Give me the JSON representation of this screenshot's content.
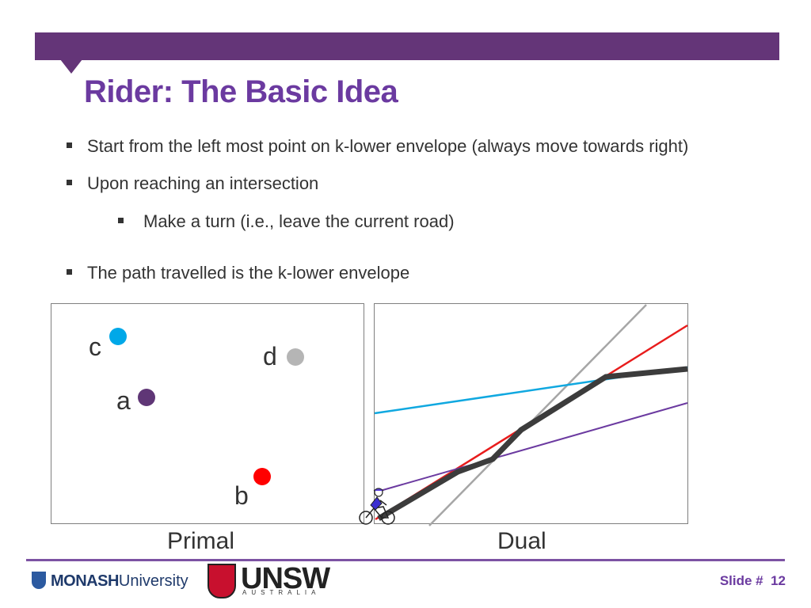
{
  "slide": {
    "title": "Rider: The Basic Idea",
    "bullets": [
      "Start from the left most point on k-lower envelope (always move towards right)",
      "Upon reaching an intersection",
      "Make a turn (i.e., leave the current road)",
      "The path travelled is the k-lower envelope"
    ],
    "primal": {
      "caption": "Primal",
      "points": [
        {
          "label": "c",
          "color": "#00a8e8"
        },
        {
          "label": "d",
          "color": "#b5b5b5"
        },
        {
          "label": "a",
          "color": "#5f3676"
        },
        {
          "label": "b",
          "color": "#ff0000"
        }
      ]
    },
    "dual": {
      "caption": "Dual",
      "line_colors": {
        "gray": "#a6a6a6",
        "red": "#e81c1c",
        "cyan": "#10a8e0",
        "purple": "#6b3aa0",
        "envelope": "#3c3c3c"
      },
      "rider_icon": "bicycle-rider-icon"
    },
    "footer": {
      "monash_brand": "MONASH",
      "monash_sub": "University",
      "unsw_brand": "UNSW",
      "unsw_sub": "AUSTRALIA",
      "slide_label": "Slide #",
      "slide_number": "12"
    }
  }
}
